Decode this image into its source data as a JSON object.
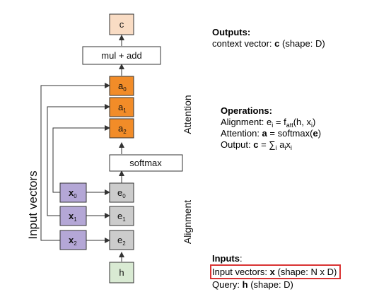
{
  "colors": {
    "output_box": "#f9dcc4",
    "attention_box": "#f28c28",
    "alignment_box": "#cccccc",
    "input_box": "#b4a7d6",
    "query_box": "#d9ead3",
    "plain_box": "#ffffff",
    "highlight_border": "#d93333"
  },
  "diagram": {
    "output_box": {
      "label": "c"
    },
    "mul_add_box": {
      "label": "mul + add"
    },
    "attention_boxes": [
      {
        "base": "a",
        "sub": "0"
      },
      {
        "base": "a",
        "sub": "1"
      },
      {
        "base": "a",
        "sub": "2"
      }
    ],
    "softmax_box": {
      "label": "softmax"
    },
    "input_boxes": [
      {
        "base": "x",
        "sub": "0"
      },
      {
        "base": "x",
        "sub": "1"
      },
      {
        "base": "x",
        "sub": "2"
      }
    ],
    "alignment_boxes": [
      {
        "base": "e",
        "sub": "0"
      },
      {
        "base": "e",
        "sub": "1"
      },
      {
        "base": "e",
        "sub": "2"
      }
    ],
    "query_box": {
      "label": "h"
    },
    "side_labels": {
      "input_vectors": "Input vectors",
      "attention": "Attention",
      "alignment": "Alignment"
    }
  },
  "outputs": {
    "heading": "Outputs:",
    "context_prefix": "context vector: ",
    "context_symbol": "c",
    "context_suffix": " (shape: D)"
  },
  "operations": {
    "heading": "Operations:",
    "alignment": {
      "prefix": "Alignment: e",
      "sub1": "i",
      "mid": " = f",
      "sub2": "att",
      "args": "(h, x",
      "sub3": "i",
      "close": ")"
    },
    "attention": {
      "prefix": "Attention: ",
      "symbol": "a",
      "mid": " = softmax(",
      "arg": "e",
      "close": ")"
    },
    "output": {
      "prefix": "Output: ",
      "symbol": "c",
      "mid": " = ∑",
      "sub1": "i",
      "term1": " a",
      "sub2": "i",
      "term2": "x",
      "sub3": "i"
    }
  },
  "inputs": {
    "heading": "Inputs",
    "heading_colon": ":",
    "input_vectors": {
      "prefix": "Input vectors: ",
      "symbol": "x",
      "suffix": " (shape: N x D)"
    },
    "query": {
      "prefix": "Query: ",
      "symbol": "h",
      "suffix": " (shape: D)"
    }
  }
}
